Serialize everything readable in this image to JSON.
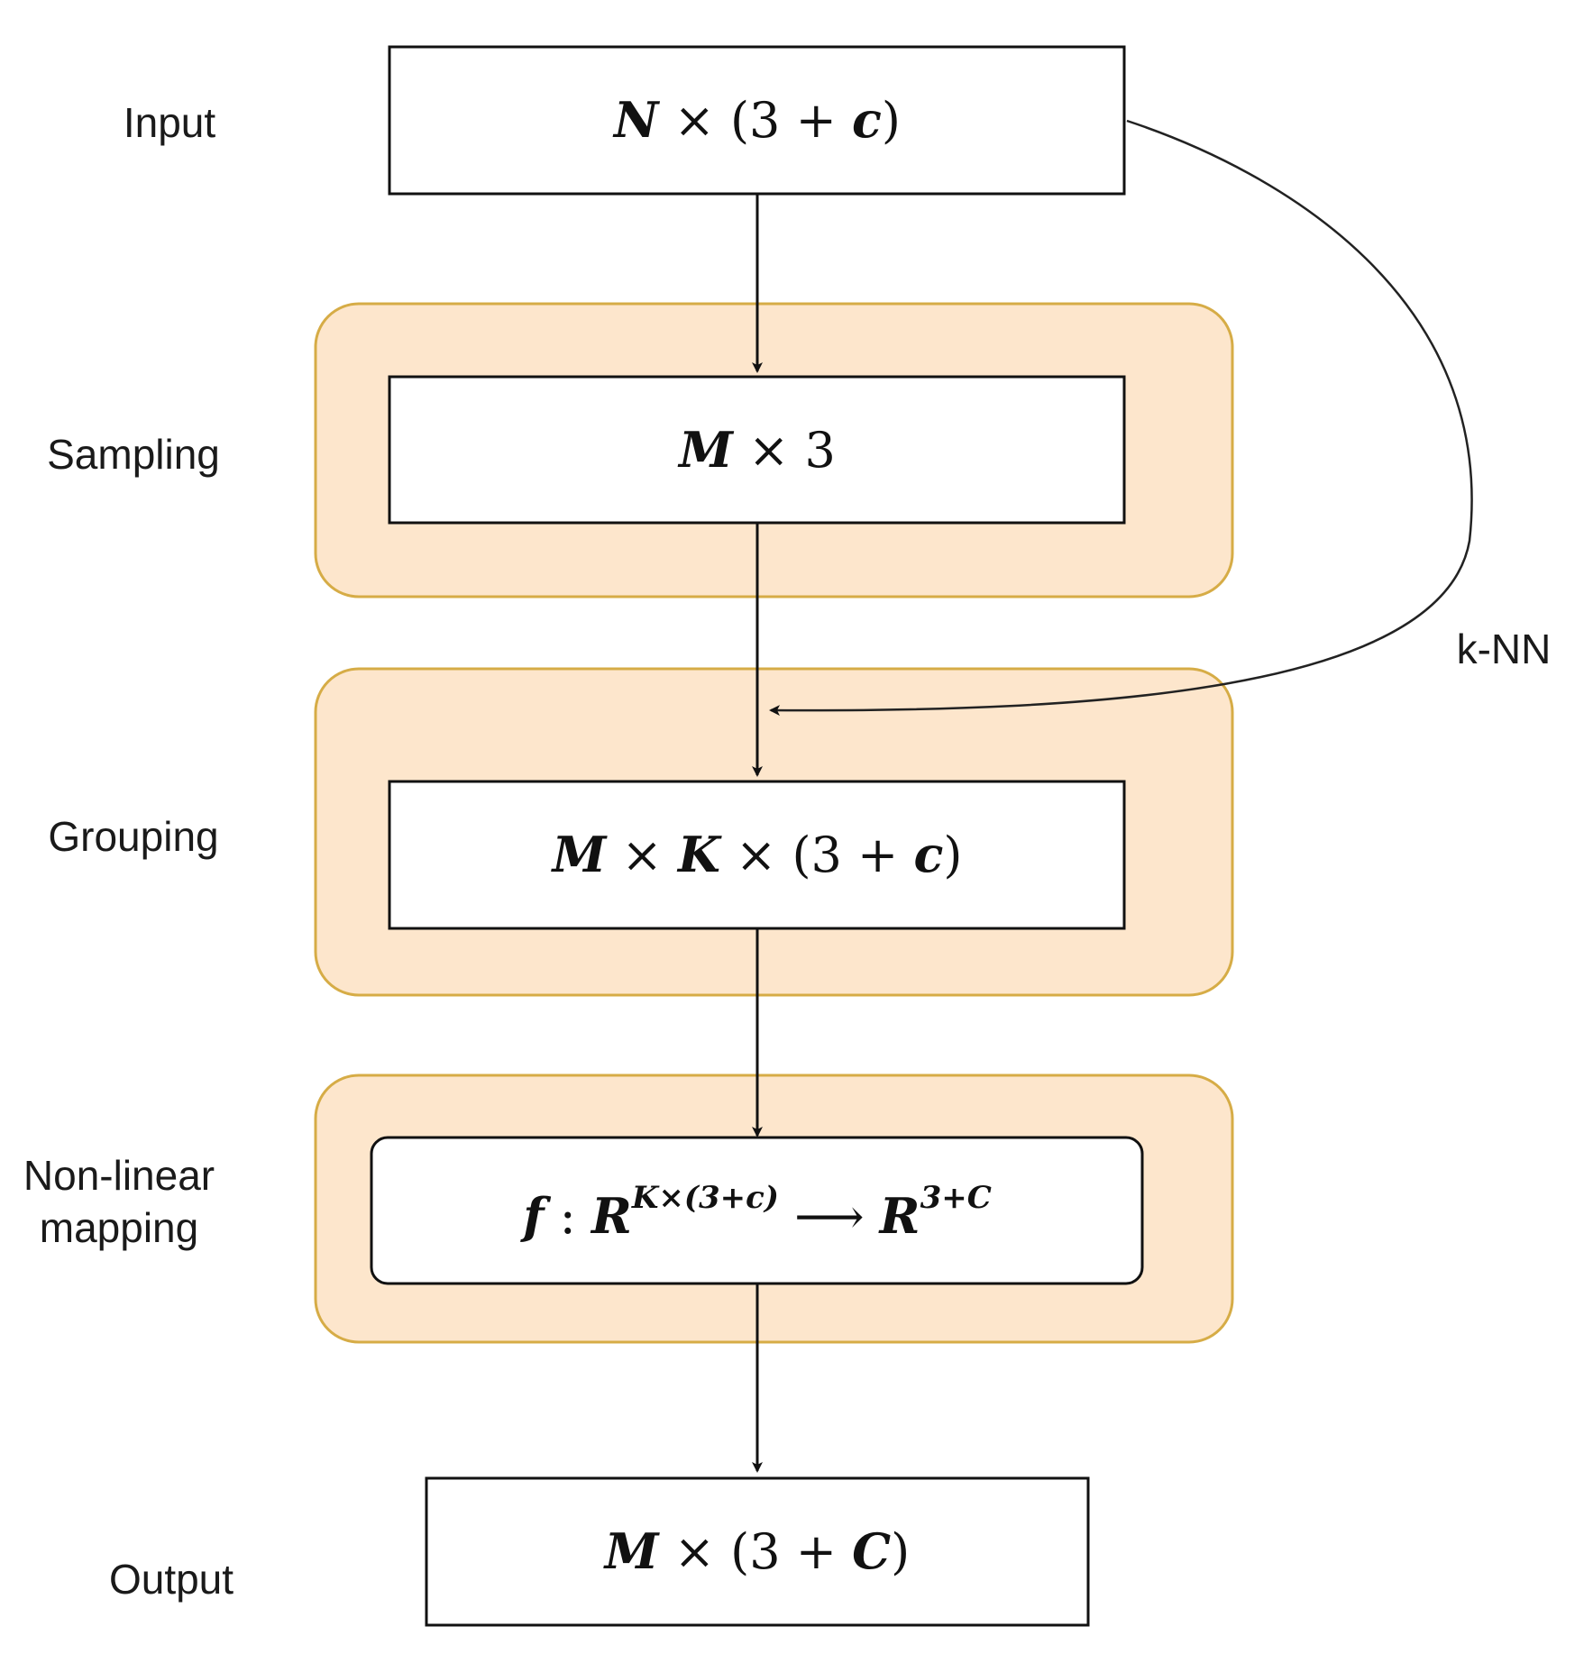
{
  "stages": {
    "input": "Input",
    "sampling": "Sampling",
    "grouping": "Grouping",
    "mapping_line1": "Non-linear",
    "mapping_line2": "mapping",
    "output": "Output"
  },
  "edge_label": "k-NN",
  "boxes": {
    "input": {
      "p1": "N",
      "p2": " × (3 + ",
      "p3": "c",
      "p4": ")"
    },
    "sampling": {
      "p1": "M",
      "p2": " × 3"
    },
    "grouping": {
      "p1": "M",
      "p2": " × ",
      "p3": "K",
      "p4": " × (3 + ",
      "p5": "c",
      "p6": ")"
    },
    "mapping": {
      "f": "f",
      "colon": " : ",
      "r1": "R",
      "sup1": "K×(3+c)",
      "arrow": " ⟶ ",
      "r2": "R",
      "sup2": "3+C"
    },
    "output": {
      "p1": "M",
      "p2": " × (3 + ",
      "p3": "C",
      "p4": ")"
    }
  },
  "colors": {
    "stage_fill": "#fde6cc",
    "stage_border": "#d6ac46",
    "box_border": "#111111"
  }
}
